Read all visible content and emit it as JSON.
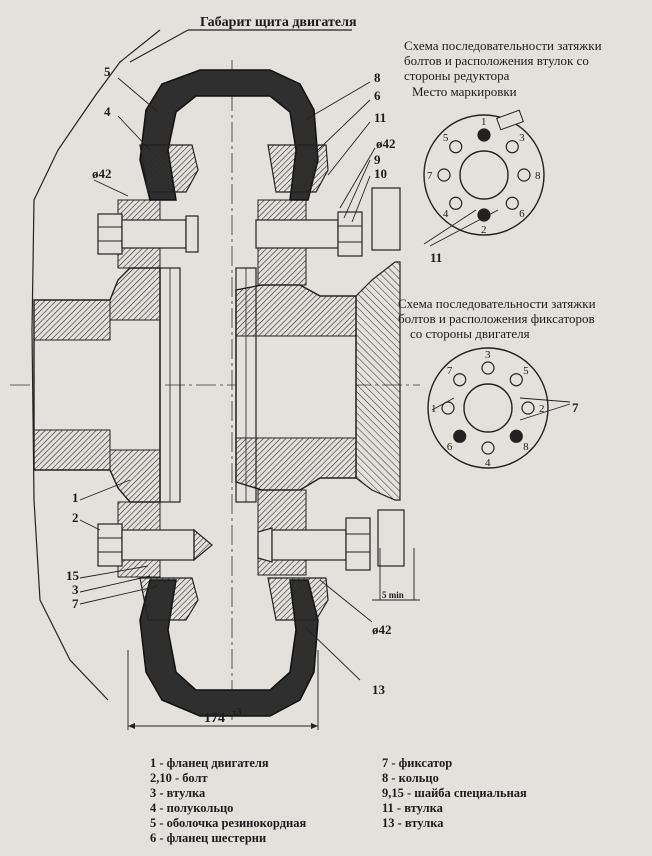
{
  "header": {
    "title": "Габарит щита двигателя"
  },
  "scheme_gearbox": {
    "caption": [
      "Схема последовательности затяжки",
      "болтов и расположения втулок со",
      "стороны редуктора"
    ],
    "marking_label": "Место маркировки",
    "numbers": [
      "1",
      "2",
      "3",
      "4",
      "5",
      "6",
      "7",
      "8"
    ],
    "ref_label": "11"
  },
  "scheme_motor": {
    "caption": [
      "Схема последовательности затяжки",
      "болтов и расположения фиксаторов",
      "со стороны двигателя"
    ],
    "numbers": [
      "1",
      "2",
      "3",
      "4",
      "5",
      "6",
      "7",
      "8"
    ],
    "ref_label": "7"
  },
  "callouts": {
    "c1": "1",
    "c2": "2",
    "c3": "3",
    "c4": "4",
    "c5": "5",
    "c6": "6",
    "c7": "7",
    "c8": "8",
    "c9": "9",
    "c10": "10",
    "c11": "11",
    "c13": "13",
    "c15": "15"
  },
  "dimensions": {
    "dia_top_left": "ø42",
    "dia_top_right": "ø42",
    "dia_bottom": "ø42",
    "gap": "5 min",
    "width_value": "174",
    "width_tolerance": "±3"
  },
  "legend": {
    "left": [
      "1 - фланец двигателя",
      "2,10 - болт",
      "3 - втулка",
      "4 - полукольцо",
      "5 - оболочка резинокордная",
      "6 - фланец шестерни"
    ],
    "right": [
      "7 - фиксатор",
      "8 - кольцо",
      "9,15 - шайба специальная",
      "11 - втулка",
      "13 - втулка"
    ]
  }
}
